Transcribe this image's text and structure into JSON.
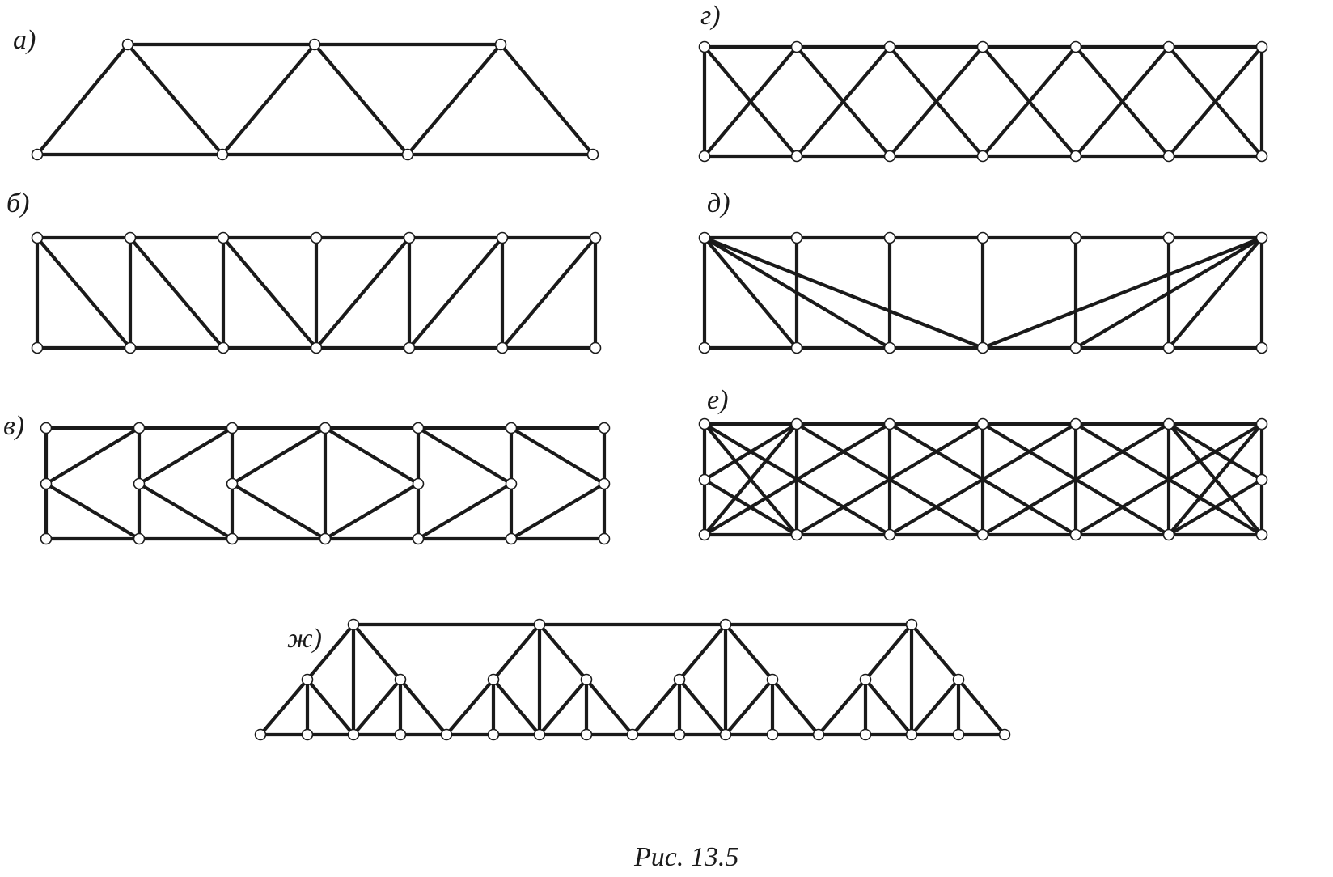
{
  "caption": "Рис. 13.5",
  "colors": {
    "ink": "#1a1a1a",
    "node_fill": "#ffffff",
    "background": "#ffffff"
  },
  "panels": [
    {
      "id": "a",
      "label": "а)"
    },
    {
      "id": "b",
      "label": "б)"
    },
    {
      "id": "v",
      "label": "в)"
    },
    {
      "id": "g",
      "label": "г)"
    },
    {
      "id": "d",
      "label": "д)"
    },
    {
      "id": "e",
      "label": "е)"
    },
    {
      "id": "zh",
      "label": "ж)"
    }
  ]
}
